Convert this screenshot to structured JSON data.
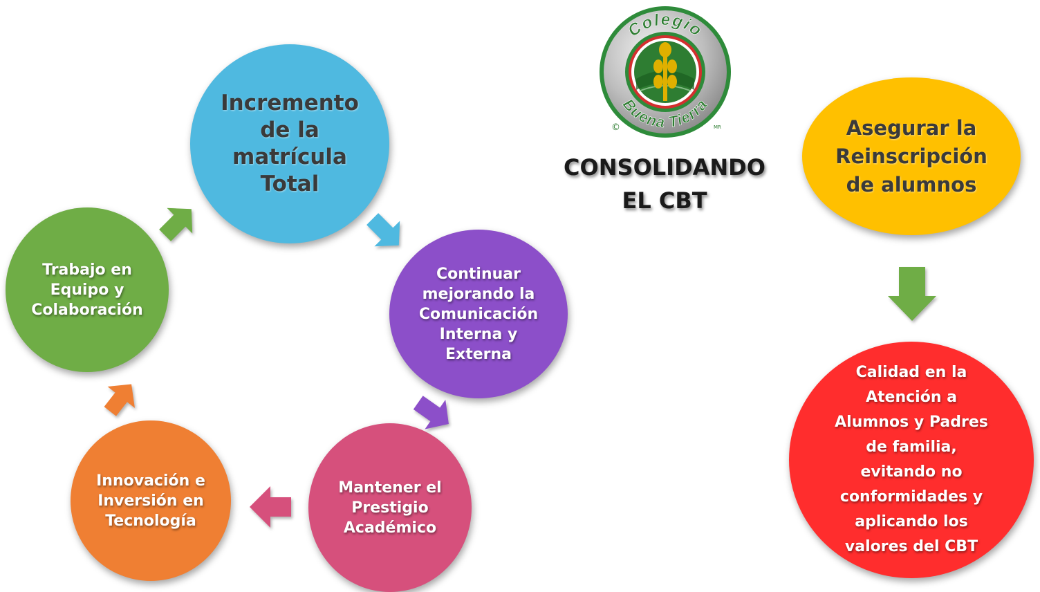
{
  "title": {
    "text": "CONSOLIDANDO\nEL CBT"
  },
  "logo": {
    "top_text": "Colegio",
    "bottom_text": "Buena Tierra",
    "copyright": "©",
    "registered": "MR",
    "colors": {
      "ring": "#2e8b3a",
      "band": "#c0c0c0",
      "inner_red": "#d32f2f",
      "center_green": "#2e7d32",
      "wheat": "#e0b000"
    }
  },
  "cycle": {
    "nodes": [
      {
        "id": "matricula",
        "label": "Incremento\nde la\nmatrícula\nTotal",
        "color": "#4fb9e0",
        "text_style": "dark"
      },
      {
        "id": "comunicacion",
        "label": "Continuar\nmejorando la\nComunicación\nInterna y\nExterna",
        "color": "#8c4fc9",
        "text_style": "light"
      },
      {
        "id": "prestigio",
        "label": "Mantener el\nPrestigio\nAcadémico",
        "color": "#d6507c",
        "text_style": "light"
      },
      {
        "id": "innovacion",
        "label": "Innovación e\nInversión en\nTecnología",
        "color": "#ef7f33",
        "text_style": "light"
      },
      {
        "id": "trabajo",
        "label": "Trabajo en\nEquipo y\nColaboración",
        "color": "#6fad46",
        "text_style": "light"
      }
    ],
    "arrows": [
      {
        "from": "trabajo",
        "to": "matricula",
        "color": "#6fad46"
      },
      {
        "from": "matricula",
        "to": "comunicacion",
        "color": "#4fb9e0"
      },
      {
        "from": "comunicacion",
        "to": "prestigio",
        "color": "#8c4fc9"
      },
      {
        "from": "prestigio",
        "to": "innovacion",
        "color": "#d6507c"
      },
      {
        "from": "innovacion",
        "to": "trabajo",
        "color": "#ef7f33"
      }
    ]
  },
  "flow": {
    "top": {
      "label": "Asegurar la\nReinscripción\nde alumnos",
      "color": "#ffc000",
      "text_style": "dark"
    },
    "arrow": {
      "color": "#6fad46"
    },
    "bottom": {
      "label": "Calidad en la\nAtención a\nAlumnos y Padres\nde familia,\nevitando no\nconformidades y\naplicando los\nvalores del CBT",
      "color": "#ff2d2d",
      "text_style": "light"
    }
  }
}
